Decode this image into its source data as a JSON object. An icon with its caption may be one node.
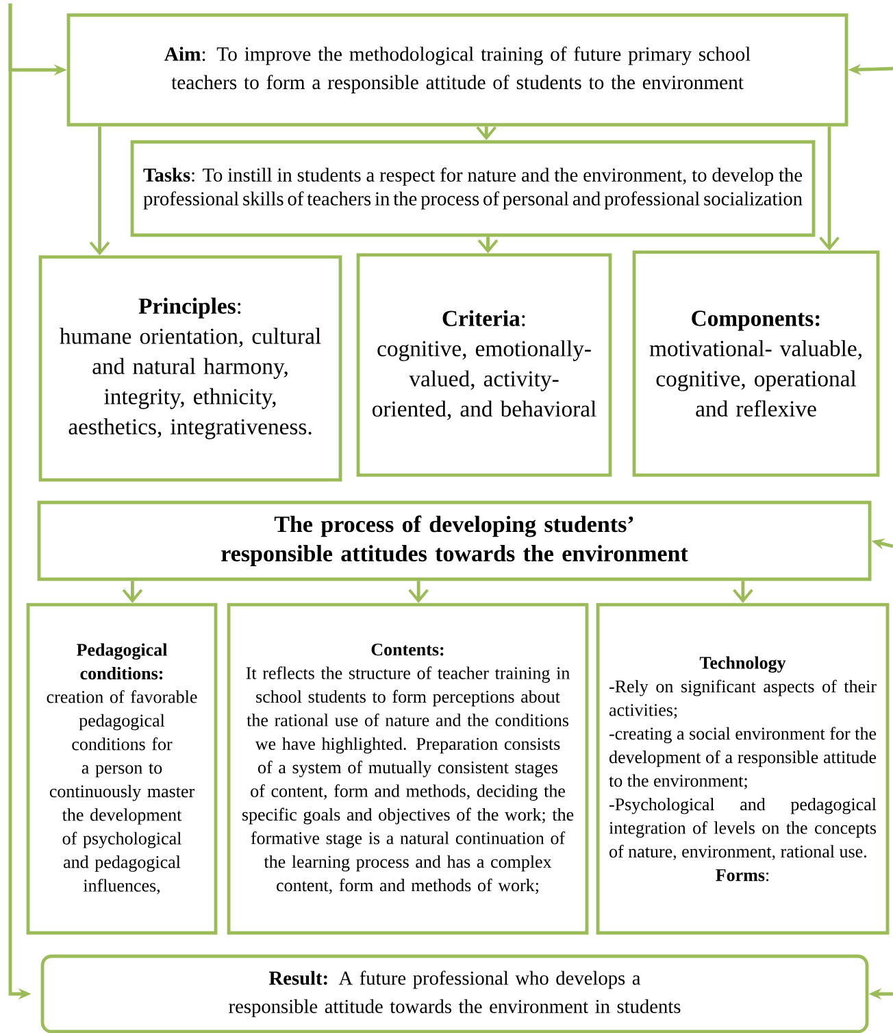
{
  "diagram": {
    "nodes": [
      {
        "text": [
          "**Aim**: To improve the methodological training of future primary school teachers to form a responsible attitude of students to the environment"
        ]
      },
      {
        "text": [
          "**Tasks**: To instill in students a respect for nature and the environment, to develop the professional skills of teachers in the process of personal and professional socialization"
        ]
      },
      {
        "text": [
          "**Principles**:",
          "humane orientation, cultural and natural harmony, integrity, ethnicity, aesthetics, integrativeness."
        ]
      },
      {
        "text": [
          "**Criteria**:",
          "cognitive, emotionally-valued, activity-oriented, and behavioral"
        ]
      },
      {
        "text": [
          "Components:",
          "motivational- valuable, cognitive, operational and reflexive"
        ]
      },
      {
        "text": [
          "The process of developing students’ responsible attitudes towards the environment"
        ]
      },
      {
        "text": [
          "Pedagogical conditions:",
          "creation of favorable pedagogical conditions for a person to continuously master the development of psychological and pedagogical influences,"
        ]
      },
      {
        "text": [
          "Contents:",
          "It reflects the structure of teacher training in school students to form perceptions about the rational use of nature and the conditions we have highlighted. Preparation consists of a system of mutually consistent stages of content, form and methods, deciding the specific goals and objectives of the work; the formative stage is a natural continuation of the learning process and has a complex content, form and methods of work;"
        ]
      },
      {
        "text": [
          "Technology",
          "-Rely on significant aspects of their activities;",
          "-creating a social environment for the development of a responsible attitude to the environment;",
          "-Psychological and pedagogical integration of levels on the concepts of nature, environment, rational use.",
          "**Forms**:"
        ]
      },
      {
        "text": [
          "**Result:** A future professional who develops a responsible attitude towards the environment in students"
        ]
      }
    ],
    "edges": [
      {
        "from": null,
        "to": 0,
        "arrow": "to"
      },
      {
        "from": null,
        "to": 9,
        "arrow": "to"
      },
      {
        "from": null,
        "to": 0,
        "arrow": "to"
      },
      {
        "from": null,
        "to": 5,
        "arrow": "to"
      },
      {
        "from": null,
        "to": 9,
        "arrow": "to"
      },
      {
        "from": 0,
        "to": 1,
        "arrow": "to"
      },
      {
        "from": 0,
        "to": 2,
        "arrow": "to"
      },
      {
        "from": 0,
        "to": 4,
        "arrow": "to"
      },
      {
        "from": 1,
        "to": 3,
        "arrow": "to"
      },
      {
        "from": 5,
        "to": 6,
        "arrow": "to"
      },
      {
        "from": 5,
        "to": 7,
        "arrow": "to"
      },
      {
        "from": 5,
        "to": 8,
        "arrow": "to"
      }
    ]
  }
}
